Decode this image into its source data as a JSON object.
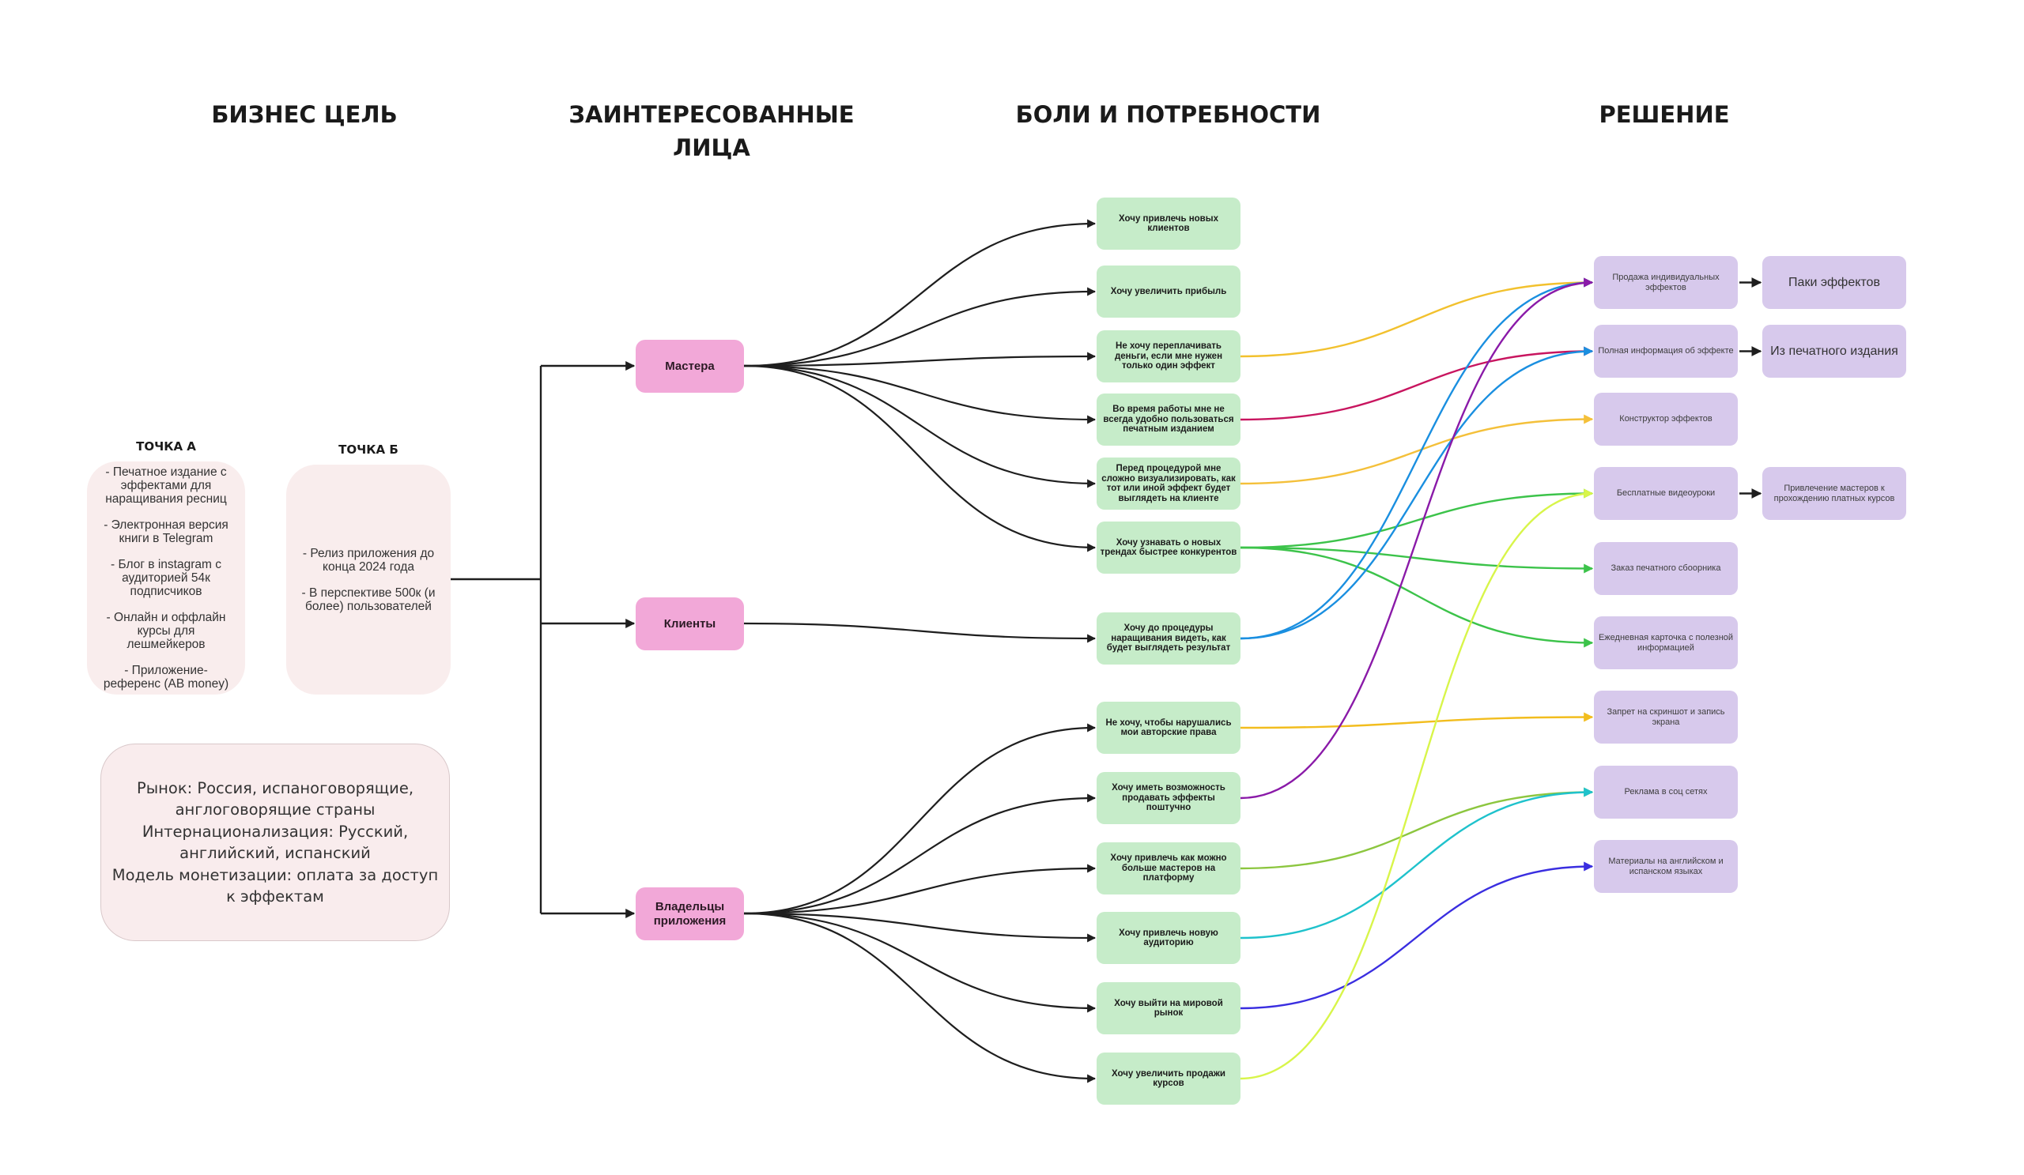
{
  "headings": {
    "business_goal": "БИЗНЕС ЦЕЛЬ",
    "stakeholders_line1": "ЗАИНТЕРЕСОВАННЫЕ",
    "stakeholders_line2": "ЛИЦА",
    "pains": "БОЛИ И ПОТРЕБНОСТИ",
    "solution": "РЕШЕНИЕ"
  },
  "point_a": {
    "title": "ТОЧКА А",
    "items": [
      "- Печатное издание с эффектами для наращивания ресниц",
      "- Электронная версия книги в Telegram",
      "- Блог в instagram с аудиторией 54к подписчиков",
      "- Онлайн и оффлайн курсы для лешмейкеров",
      "- Приложение-референс (AB money)"
    ]
  },
  "point_b": {
    "title": "ТОЧКА Б",
    "items": [
      "- Релиз приложения до конца 2024 года",
      "- В перспективе 500к (и более) пользователей"
    ]
  },
  "market": {
    "lines": [
      "Рынок: Россия, испаноговорящие, англоговорящие страны",
      "Интернационализация: Русский, английский, испанский",
      "Модель монетизации: оплата за доступ к эффектам"
    ]
  },
  "stakeholders": [
    {
      "id": "masters",
      "label": "Мастера"
    },
    {
      "id": "clients",
      "label": "Клиенты"
    },
    {
      "id": "owners",
      "label": "Владельцы приложения"
    }
  ],
  "pains": [
    {
      "label": "Хочу привлечь новых клиентов",
      "from": "masters"
    },
    {
      "label": "Хочу увеличить прибыль",
      "from": "masters"
    },
    {
      "label": "Не хочу переплачивать деньги, если мне нужен только один эффект",
      "from": "masters"
    },
    {
      "label": "Во время работы мне не всегда удобно пользоваться печатным изданием",
      "from": "masters"
    },
    {
      "label": "Перед процедурой мне сложно визуализировать, как тот или иной эффект будет выглядеть на клиенте",
      "from": "masters"
    },
    {
      "label": "Хочу узнавать о новых трендах быстрее конкурентов",
      "from": "masters"
    },
    {
      "label": "Хочу до процедуры наращивания видеть, как будет выглядеть результат",
      "from": "clients"
    },
    {
      "label": "Не хочу, чтобы нарушались мои авторские права",
      "from": "owners"
    },
    {
      "label": "Хочу иметь возможность продавать эффекты поштучно",
      "from": "owners"
    },
    {
      "label": "Хочу привлечь как можно больше мастеров на платформу",
      "from": "owners"
    },
    {
      "label": "Хочу привлечь новую аудиторию",
      "from": "owners"
    },
    {
      "label": "Хочу выйти на мировой рынок",
      "from": "owners"
    },
    {
      "label": "Хочу увеличить продажи курсов",
      "from": "owners"
    }
  ],
  "solutions": [
    {
      "label": "Продажа индивидуальных эффектов",
      "next": "Паки эффектов"
    },
    {
      "label": "Полная информация об эффекте",
      "next": "Из печатного издания"
    },
    {
      "label": "Конструктор эффектов",
      "next": null
    },
    {
      "label": "Бесплатные видеоуроки",
      "next": "Привлечение мастеров к прохождению платных курсов"
    },
    {
      "label": "Заказ печатного сбоорника",
      "next": null
    },
    {
      "label": "Ежедневная карточка с полезной информацией",
      "next": null
    },
    {
      "label": "Запрет на скриншот и запись экрана",
      "next": null
    },
    {
      "label": "Реклама в соц сетях",
      "next": null
    },
    {
      "label": "Материалы на английском и испанском языках",
      "next": null
    }
  ],
  "links": [
    {
      "pain": 2,
      "solution": 0,
      "color": "#f2c12e"
    },
    {
      "pain": 3,
      "solution": 1,
      "color": "#c8155f"
    },
    {
      "pain": 4,
      "solution": 2,
      "color": "#f4c03a"
    },
    {
      "pain": 5,
      "solution": 3,
      "color": "#3cc34a"
    },
    {
      "pain": 5,
      "solution": 4,
      "color": "#3cc34a"
    },
    {
      "pain": 5,
      "solution": 5,
      "color": "#3cc34a"
    },
    {
      "pain": 6,
      "solution": 0,
      "color": "#1a8fe0"
    },
    {
      "pain": 6,
      "solution": 1,
      "color": "#1a8fe0"
    },
    {
      "pain": 7,
      "solution": 6,
      "color": "#f2bd1e"
    },
    {
      "pain": 8,
      "solution": 0,
      "color": "#8a1aa8"
    },
    {
      "pain": 9,
      "solution": 7,
      "color": "#8cc63f"
    },
    {
      "pain": 10,
      "solution": 7,
      "color": "#1fc2cc"
    },
    {
      "pain": 11,
      "solution": 8,
      "color": "#3a2ee0"
    },
    {
      "pain": 12,
      "solution": 3,
      "color": "#d8f54a"
    }
  ],
  "colors": {
    "stakeholder": "#f2a8d8",
    "pain": "#c6ecc9",
    "solution": "#d7c9ec",
    "point": "#f9eded",
    "connector": "#1e1e1e"
  }
}
